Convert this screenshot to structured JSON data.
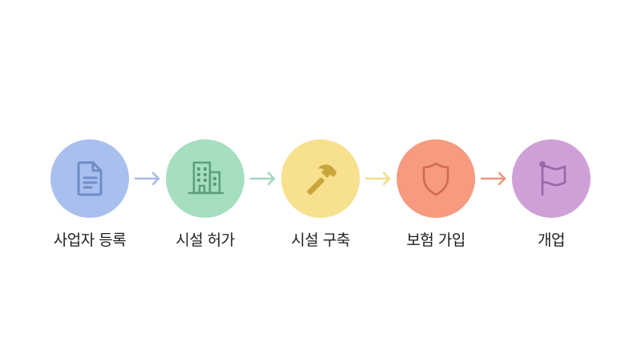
{
  "steps": [
    {
      "label": "사업자 등록",
      "icon": "document-icon",
      "bg": "#a9bfee",
      "fg": "#6f8cc6"
    },
    {
      "label": "시설 허가",
      "icon": "building-icon",
      "bg": "#a6dfc0",
      "fg": "#5f9e7c"
    },
    {
      "label": "시설 구축",
      "icon": "hammer-icon",
      "bg": "#f7e08e",
      "fg": "#c9a63c"
    },
    {
      "label": "보험 가입",
      "icon": "shield-icon",
      "bg": "#f69a80",
      "fg": "#cf6a52"
    },
    {
      "label": "개업",
      "icon": "flag-icon",
      "bg": "#cfa0d8",
      "fg": "#9a66a8"
    }
  ],
  "arrows": [
    {
      "icon": "arrow-right-icon",
      "color": "#a4b8ec"
    },
    {
      "icon": "arrow-right-icon",
      "color": "#9fd8bd"
    },
    {
      "icon": "arrow-right-icon",
      "color": "#f2de84"
    },
    {
      "icon": "arrow-right-icon",
      "color": "#ef9578"
    }
  ]
}
